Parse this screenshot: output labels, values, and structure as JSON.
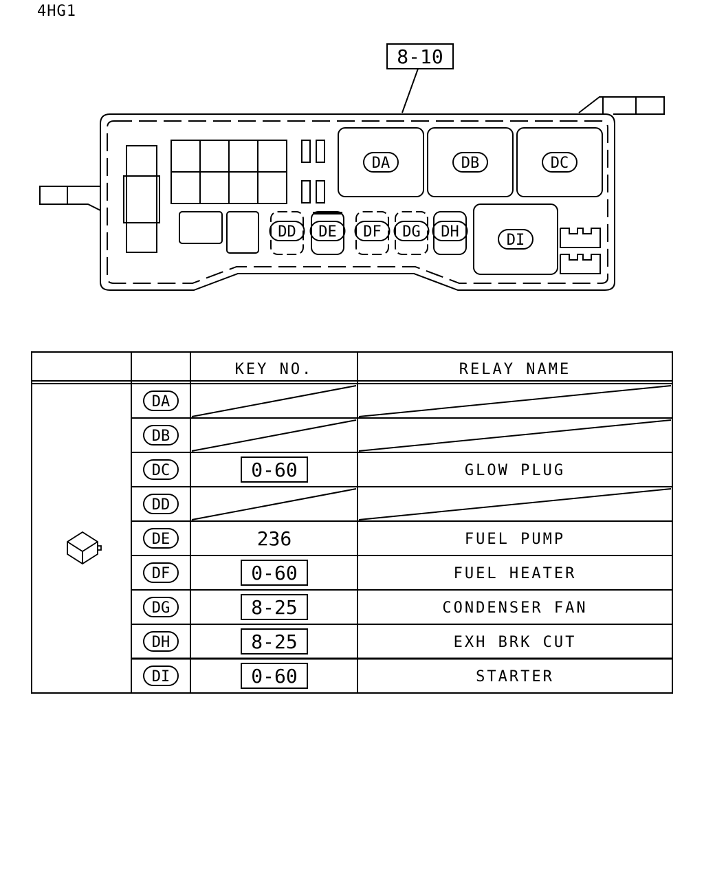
{
  "engine_code": "4HG1",
  "diagram": {
    "key_ref": "8-10",
    "slot_labels": [
      "DA",
      "DB",
      "DC",
      "DD",
      "DE",
      "DF",
      "DG",
      "DH",
      "DI"
    ]
  },
  "table": {
    "headers": {
      "key_no": "KEY NO.",
      "relay_name": "RELAY NAME"
    },
    "icon": "relay-icon",
    "rows": [
      {
        "code": "DA",
        "key": "",
        "boxed": false,
        "name": ""
      },
      {
        "code": "DB",
        "key": "",
        "boxed": false,
        "name": ""
      },
      {
        "code": "DC",
        "key": "0-60",
        "boxed": true,
        "name": "GLOW PLUG"
      },
      {
        "code": "DD",
        "key": "",
        "boxed": false,
        "name": ""
      },
      {
        "code": "DE",
        "key": "236",
        "boxed": false,
        "name": "FUEL PUMP"
      },
      {
        "code": "DF",
        "key": "0-60",
        "boxed": true,
        "name": "FUEL HEATER"
      },
      {
        "code": "DG",
        "key": "8-25",
        "boxed": true,
        "name": "CONDENSER FAN"
      },
      {
        "code": "DH",
        "key": "8-25",
        "boxed": true,
        "name": "EXH BRK CUT"
      },
      {
        "code": "DI",
        "key": "0-60",
        "boxed": true,
        "name": "STARTER"
      }
    ]
  }
}
